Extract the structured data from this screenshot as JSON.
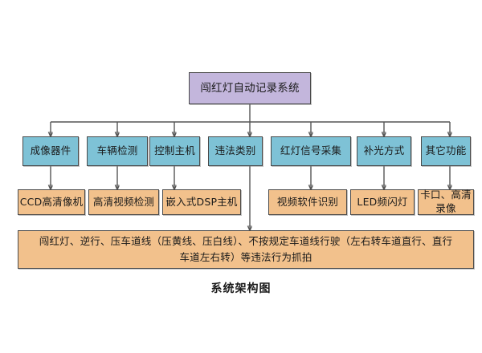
{
  "diagram": {
    "title_caption": "系统架构图",
    "root": {
      "label": "闯红灯自动记录系统",
      "color": "#c3b6dc"
    },
    "level2_color": "#7ec2d6",
    "level3_color": "#f2c18c",
    "level2": [
      {
        "label": "成像器件"
      },
      {
        "label": "车辆检测"
      },
      {
        "label": "控制主机"
      },
      {
        "label": "违法类别"
      },
      {
        "label": "红灯信号采集"
      },
      {
        "label": "补光方式"
      },
      {
        "label": "其它功能"
      }
    ],
    "level3": [
      {
        "label": "CCD高清像机"
      },
      {
        "label": "高清视频检测"
      },
      {
        "label": "嵌入式DSP主机"
      },
      {
        "label": "视频软件识别"
      },
      {
        "label": "LED频闪灯"
      },
      {
        "label": "卡口、高清录像"
      }
    ],
    "summary_box": {
      "line1": "闯红灯、逆行、压车道线（压黄线、压白线）、不按规定车道线行驶（左右转车道直行、直行",
      "line2": "车道左右转）等违法行为抓拍"
    }
  }
}
